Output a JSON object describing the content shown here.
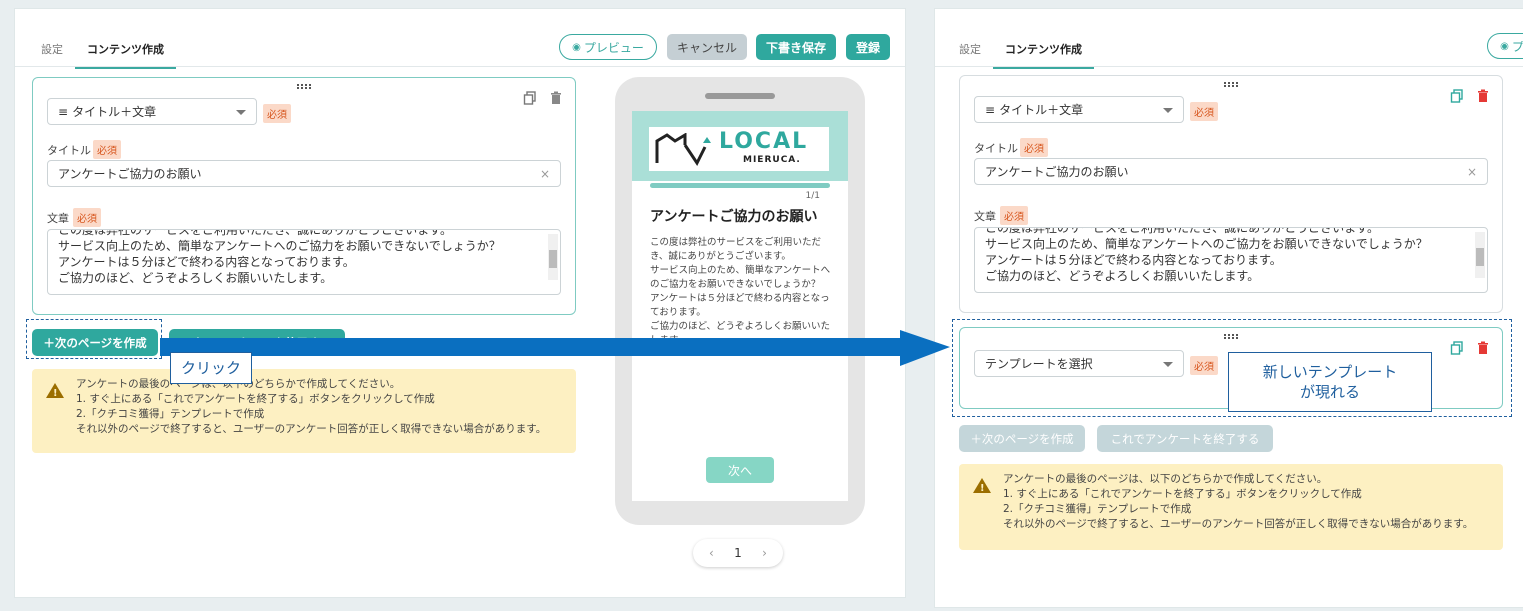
{
  "tabs": {
    "settings": "設定",
    "content": "コンテンツ作成"
  },
  "toolbar": {
    "preview": "プレビュー",
    "cancel": "キャンセル",
    "draft": "下書き保存",
    "register": "登録"
  },
  "card": {
    "template_select": "タイトル＋文章",
    "required": "必須",
    "title_label": "タイトル",
    "title_value": "アンケートご協力のお願い",
    "body_label": "文章",
    "body_lines": [
      "この度は弊社のサービスをご利用いただき、誠にありがとうございます。",
      "サービス向上のため、簡単なアンケートへのご協力をお願いできないでしょうか？",
      "アンケートは５分ほどで終わる内容となっております。",
      "ご協力のほど、どうぞよろしくお願いいたします。"
    ]
  },
  "buttons": {
    "next_page": "＋次のページを作成",
    "end_survey": "これでアンケートを終了する"
  },
  "warning": {
    "lines": [
      "アンケートの最後のページは、以下のどちらかで作成してください。",
      "1. すぐ上にある「これでアンケートを終了する」ボタンをクリックして作成",
      "2.「クチコミ獲得」テンプレートで作成",
      "それ以外のページで終了すると、ユーザーのアンケート回答が正しく取得できない場合があります。"
    ]
  },
  "phone": {
    "brand": "LOCAL",
    "brand_sub": "MIERUCA.",
    "page_counter": "1/1",
    "progress": 1.0,
    "title": "アンケートご協力のお願い",
    "body_lines": [
      "この度は弊社のサービスをご利用いただ",
      "き、誠にありがとうございます。",
      "サービス向上のため、簡単なアンケートへ",
      "のご協力をお願いできないでしょうか？",
      "アンケートは５分ほどで終わる内容となっ",
      "ております。",
      "ご協力のほど、どうぞよろしくお願いいた",
      "します。"
    ],
    "next": "次へ"
  },
  "pager": {
    "prev": "‹",
    "page": "1",
    "next": "›"
  },
  "annotations": {
    "click": "クリック",
    "new_template": "新しいテンプレート\nが現れる"
  },
  "new_card": {
    "template_select": "テンプレートを選択"
  },
  "colors": {
    "accent": "#2fa89e",
    "required_bg": "#fbd9c8",
    "annotation": "#1f5f9e",
    "arrow": "#0a6fc0"
  }
}
